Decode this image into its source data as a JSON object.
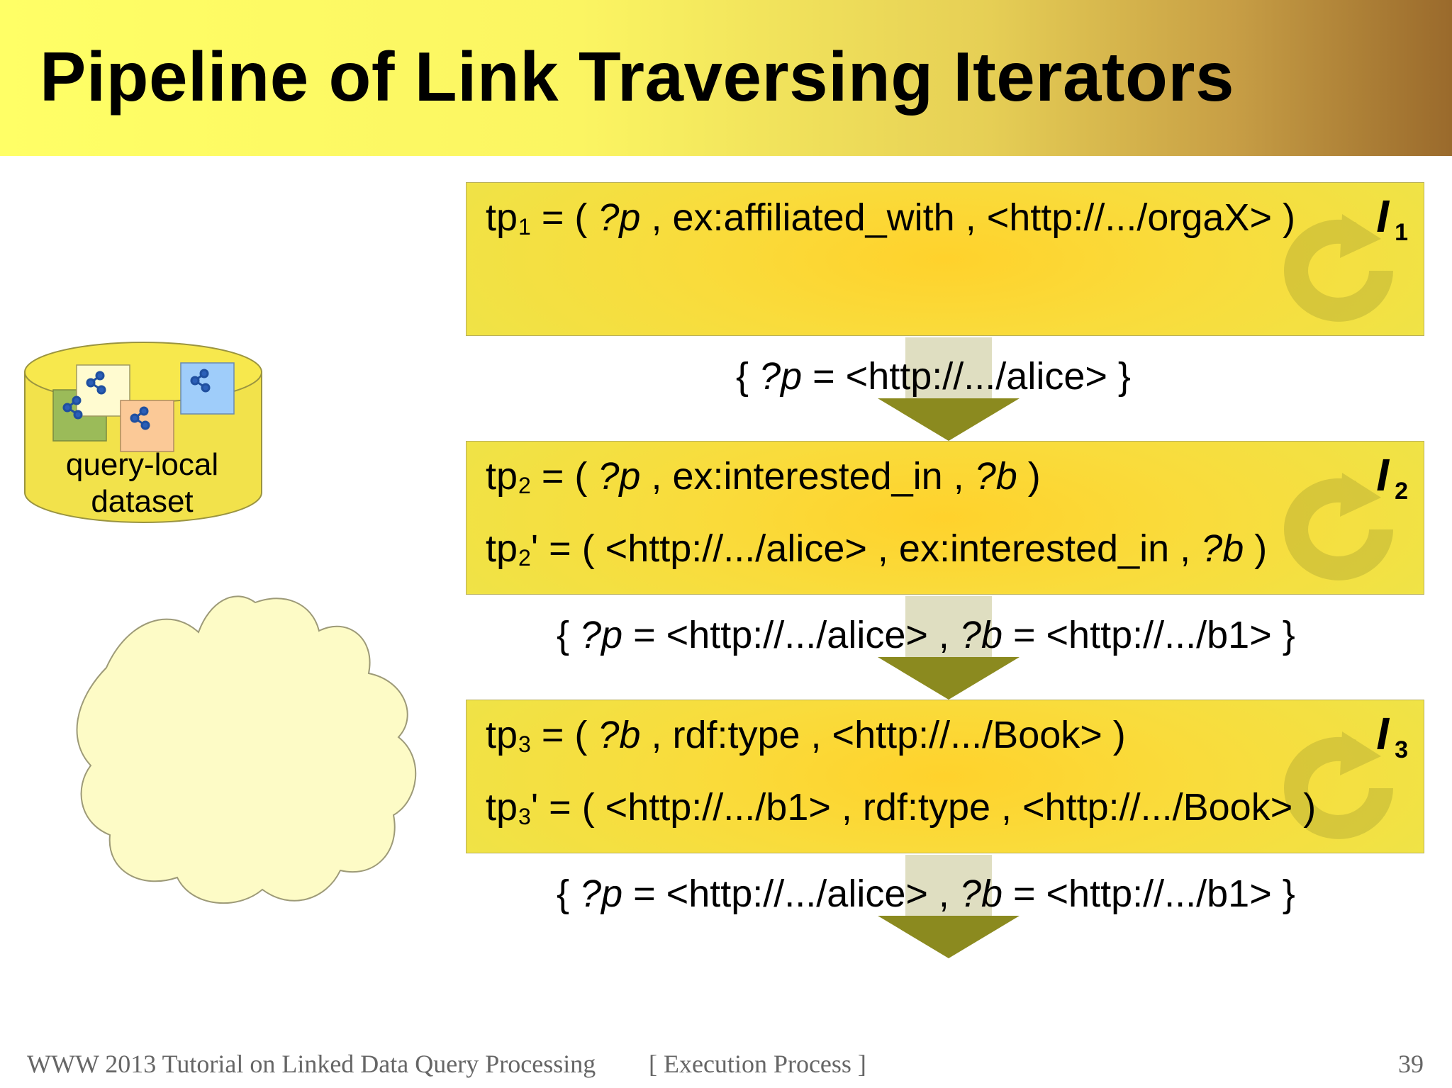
{
  "title": "Pipeline of Link Traversing Iterators",
  "iterators": [
    {
      "name": "I",
      "index": "1",
      "lines": [
        {
          "pre": "tp",
          "sub": "1",
          "eq": " = ( ",
          "var1": "?p",
          "rest": " , ex:affiliated_with , <http://.../orgaX> )"
        }
      ]
    },
    {
      "name": "I",
      "index": "2",
      "lines": [
        {
          "pre": "tp",
          "sub": "2",
          "eq": " = ( ",
          "var1": "?p",
          "mid": " , ex:interested_in , ",
          "var2": "?b",
          "end": " )"
        },
        {
          "pre": "tp",
          "sub": "2",
          "eq": "' = ( <http://.../alice> , ex:interested_in , ",
          "var2": "?b",
          "end": " )"
        }
      ]
    },
    {
      "name": "I",
      "index": "3",
      "lines": [
        {
          "pre": "tp",
          "sub": "3",
          "eq": " = ( ",
          "var1": "?b",
          "rest": " , rdf:type , <http://.../Book> )"
        },
        {
          "pre": "tp",
          "sub": "3",
          "eq": "' = ( <http://.../b1> , rdf:type , <http://.../Book> )"
        }
      ]
    }
  ],
  "bindings": [
    {
      "open": "{ ",
      "v1": "?p",
      "t1": " = <http://.../alice> }"
    },
    {
      "open": "{ ",
      "v1": "?p",
      "t1": " = <http://.../alice> , ",
      "v2": "?b",
      "t2": " = <http://.../b1> }"
    },
    {
      "open": "{ ",
      "v1": "?p",
      "t1": " = <http://.../alice> , ",
      "v2": "?b",
      "t2": " = <http://.../b1> }"
    }
  ],
  "dataset": {
    "line1": "query-local",
    "line2": "dataset"
  },
  "footer": {
    "left": "WWW 2013 Tutorial on Linked Data Query Processing",
    "center": "[ Execution Process ]",
    "page": "39"
  },
  "colors": {
    "arrow": "#8b8a1f",
    "box": "#f6dc3a",
    "cloud": "#fdfbc6",
    "dataset": "#f2e24b"
  }
}
